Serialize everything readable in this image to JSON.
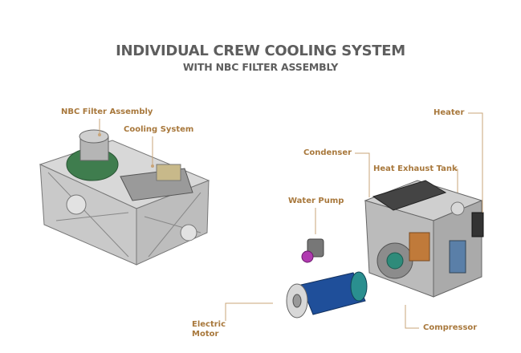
{
  "title": "INDIVIDUAL CREW COOLING SYSTEM",
  "subtitle": "WITH NBC FILTER ASSEMBLY",
  "labels": {
    "nbc_filter": "NBC Filter Assembly",
    "cooling_system": "Cooling System",
    "heater": "Heater",
    "condenser": "Condenser",
    "heat_exhaust_tank": "Heat Exhaust Tank",
    "water_pump": "Water Pump",
    "electric_motor_1": "Electric",
    "electric_motor_2": "Motor",
    "compressor": "Compressor"
  },
  "colors": {
    "label": "#a8783c",
    "title": "#5e5e5e",
    "leader": "#c9a578"
  }
}
